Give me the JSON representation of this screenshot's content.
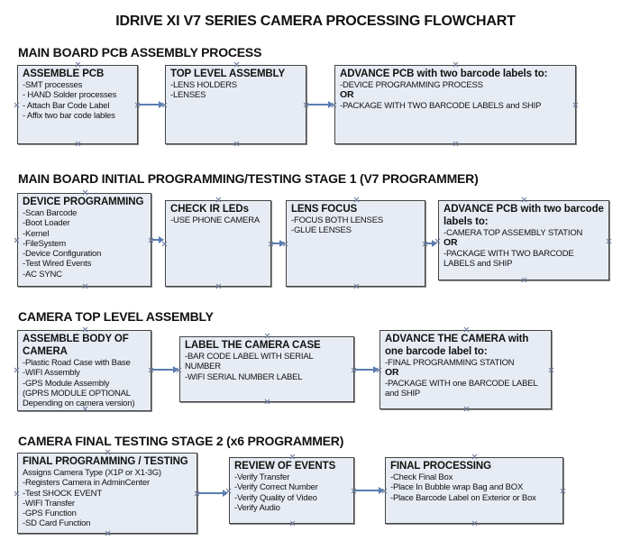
{
  "title": "IDRIVE XI V7 SERIES CAMERA PROCESSING FLOWCHART",
  "colors": {
    "box_fill": "#e7ecf4",
    "connector": "#5a7db0",
    "border": "#444444"
  },
  "sections": [
    {
      "heading": "MAIN BOARD PCB ASSEMBLY PROCESS",
      "boxes": [
        {
          "title": "ASSEMBLE PCB",
          "lines": [
            " -SMT processes",
            "- HAND Solder processes",
            "- Attach Bar Code Label",
            "- Affix two bar code lables"
          ]
        },
        {
          "title": "TOP LEVEL ASSEMBLY",
          "lines": [
            "-LENS HOLDERS",
            "-LENSES"
          ]
        },
        {
          "title": "ADVANCE PCB with two barcode labels to:",
          "lines": [
            "-DEVICE PROGRAMMING PROCESS",
            "OR",
            "-PACKAGE WITH TWO BARCODE LABELS and SHIP"
          ]
        }
      ]
    },
    {
      "heading": "MAIN BOARD INITIAL PROGRAMMING/TESTING STAGE 1 (V7 PROGRAMMER)",
      "boxes": [
        {
          "title": "DEVICE PROGRAMMING",
          "lines": [
            "-Scan Barcode",
            "-Boot Loader",
            "-Kernel",
            "-FileSystem",
            "-Device Configuration",
            "-Test Wired Events",
            "-AC SYNC"
          ]
        },
        {
          "title": "CHECK IR LEDs",
          "lines": [
            "-USE PHONE CAMERA"
          ]
        },
        {
          "title": "LENS FOCUS",
          "lines": [
            "-FOCUS BOTH LENSES",
            "-GLUE LENSES"
          ]
        },
        {
          "title": "ADVANCE PCB with two barcode labels to:",
          "lines": [
            "-CAMERA TOP ASSEMBLY STATION",
            "OR",
            "-PACKAGE WITH TWO BARCODE LABELS and SHIP"
          ]
        }
      ]
    },
    {
      "heading": "CAMERA TOP LEVEL ASSEMBLY",
      "boxes": [
        {
          "title": "ASSEMBLE BODY OF CAMERA",
          "lines": [
            "-Plastic Road Case with Base",
            "-WIFI Assembly",
            "-GPS Module Assembly",
            "(GPRS MODULE OPTIONAL Depending on camera version)"
          ]
        },
        {
          "title": "LABEL THE CAMERA CASE",
          "lines": [
            "-BAR CODE LABEL WITH SERIAL NUMBER",
            "-WIFI SERIAL NUMBER LABEL"
          ]
        },
        {
          "title": "ADVANCE THE CAMERA with one barcode label to:",
          "lines": [
            "-FINAL PROGRAMMING STATION",
            " OR",
            "-PACKAGE WITH one BARCODE LABEL and SHIP"
          ]
        }
      ]
    },
    {
      "heading": "CAMERA FINAL TESTING STAGE 2 (x6 PROGRAMMER)",
      "boxes": [
        {
          "title": "FINAL PROGRAMMING / TESTING",
          "lines": [
            "Assigns Camera Type (X1P or X1-3G)",
            "-Registers Camera in AdminCenter",
            "-Test SHOCK EVENT",
            "-WIFI Transfer",
            "-GPS Function",
            "-SD Card Function"
          ]
        },
        {
          "title": "REVIEW OF EVENTS",
          "lines": [
            "-Verify Transfer",
            "-Verify Correct Number",
            "-Verify Quality of Video",
            "-Verify Audio"
          ]
        },
        {
          "title": "FINAL PROCESSING",
          "lines": [
            " -Check Final Box",
            "-Place In Bubble wrap Bag and BOX",
            "-Place Barcode Label on Exterior or Box"
          ]
        }
      ]
    }
  ]
}
